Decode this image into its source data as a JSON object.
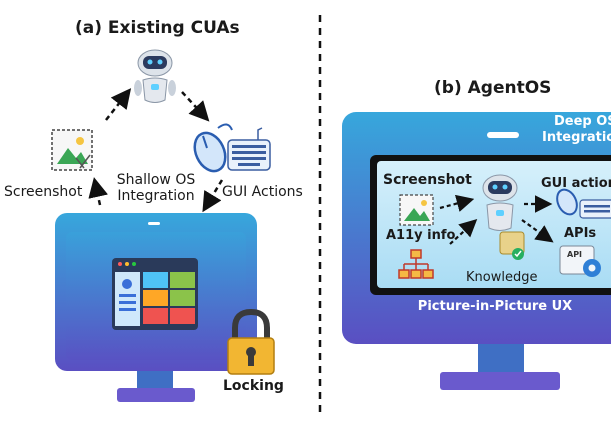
{
  "panel_a": {
    "title": "(a) Existing CUAs",
    "screenshot_label": "Screenshot",
    "shallow_line1": "Shallow OS",
    "shallow_line2": "Integration",
    "gui_actions_label": "GUI Actions",
    "locking_label": "Locking"
  },
  "panel_b": {
    "title": "(b) AgentOS",
    "deep_line1": "Deep OS",
    "deep_line2": "Integration",
    "screenshot_label": "Screenshot",
    "a11y_label": "A11y info",
    "gui_action_label": "GUI action",
    "apis_label": "APIs",
    "api_tag": "API",
    "knowledge_label": "Knowledge",
    "pip_label": "Picture-in-Picture UX"
  },
  "colors": {
    "monitor_top": "#3aa0d8",
    "monitor_bottom": "#5b55c0",
    "stand": "#6a5acd",
    "lock_body": "#f2b632",
    "arrow": "#111111"
  },
  "icons": [
    "robot-icon",
    "image-icon",
    "mouse-icon",
    "keyboard-icon",
    "lock-icon",
    "hierarchy-icon",
    "knowledge-icon",
    "gear-icon",
    "window-icon"
  ]
}
